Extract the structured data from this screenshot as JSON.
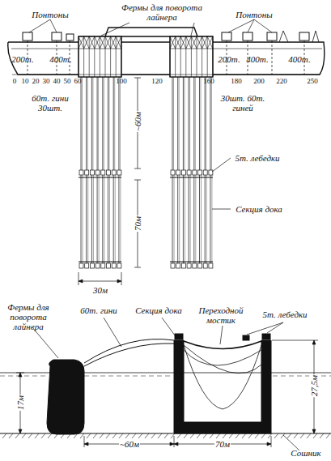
{
  "diagram": {
    "labels": [
      "Понтоны",
      "Фермы для поворота лайнера",
      "Понтоны",
      "200т.",
      "400т.",
      "200т.",
      "400т.",
      "400т.",
      "0",
      "10",
      "20",
      "30",
      "40",
      "50",
      "60",
      "100",
      "120",
      "160",
      "180",
      "200",
      "220",
      "250",
      "60т. гини 30шт.",
      "~60м",
      "30шт. 60т. гиней",
      "5т. лебедки",
      "Секция дока",
      "70м",
      "30м",
      "Фермы для поворота лайнера",
      "60т. гини",
      "Секция дока",
      "Переходной мостик",
      "5т. лебедки",
      "17м",
      "27,5м",
      "~60м",
      "70м",
      "Сошник"
    ]
  }
}
